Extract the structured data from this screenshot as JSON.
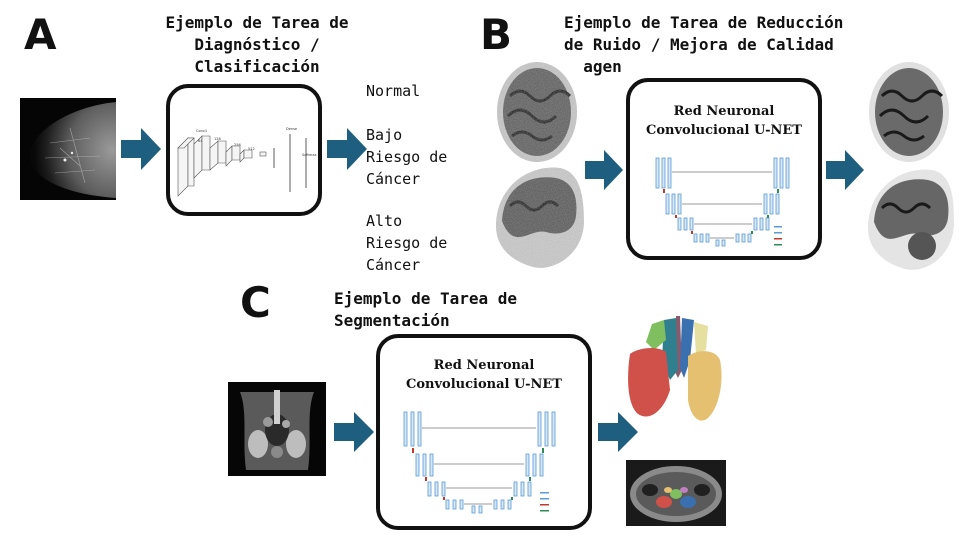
{
  "panels": {
    "a": {
      "letter": "A",
      "title_lines": [
        "Ejemplo de Tarea de",
        "Diagnóstico /",
        "Clasificación"
      ],
      "outcomes": [
        [
          "Normal"
        ],
        [
          "Bajo",
          "Riesgo de",
          "Cáncer"
        ],
        [
          "Alto",
          "Riesgo de",
          "Cáncer"
        ]
      ]
    },
    "b": {
      "letter": "B",
      "title_lines": [
        "Ejemplo de Tarea de Reducción",
        "de Ruido / Mejora de Calidad",
        "Imagen"
      ],
      "network_label_lines": [
        "Red Neuronal",
        "Convolucional U-NET"
      ]
    },
    "c": {
      "letter": "C",
      "title_lines": [
        "Ejemplo de Tarea de",
        "Segmentación"
      ],
      "network_label_lines": [
        "Red Neuronal",
        "Convolucional U-NET"
      ]
    }
  },
  "colors": {
    "arrow": "#1e5f80",
    "frame": "#111111",
    "unet_blue": "#5b9bd5",
    "unet_red": "#c0392b",
    "unet_green": "#2e8b57"
  },
  "icons": {
    "arrow": "right-arrow-icon",
    "mammogram": "mammogram-image",
    "cnn": "cnn-architecture-diagram",
    "unet": "unet-architecture-diagram"
  }
}
